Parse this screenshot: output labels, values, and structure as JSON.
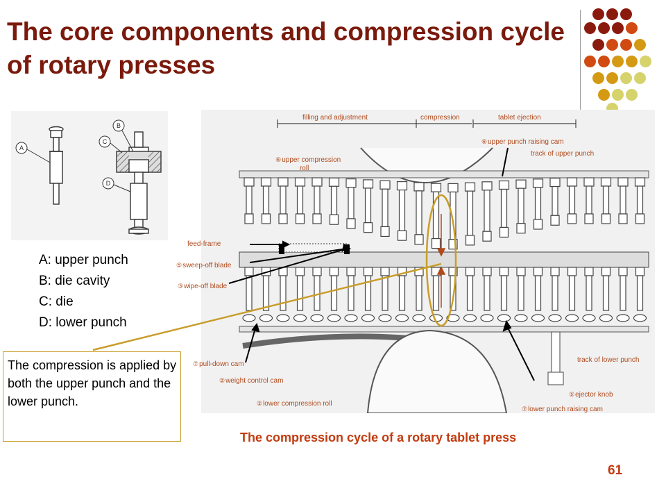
{
  "title": "The core components and compression cycle of rotary presses",
  "accent_colors": [
    "#8b1a0e",
    "#d14a12",
    "#d49a14",
    "#d6d26c"
  ],
  "punch_figure": {
    "markers": [
      "A",
      "B",
      "C",
      "D"
    ]
  },
  "legend": [
    "A: upper punch",
    "B: die cavity",
    "C: die",
    "D: lower punch"
  ],
  "press_diagram": {
    "stages": [
      "filling and adjustment",
      "compression",
      "tablet ejection"
    ],
    "labels": [
      {
        "num": "⑥",
        "text": "upper compression\nroll"
      },
      {
        "num": "⑥",
        "text": "upper punch raising cam"
      },
      {
        "num": "",
        "text": "track of upper punch"
      },
      {
        "num": "",
        "text": "feed-frame"
      },
      {
        "num": "⑤",
        "text": "sweep-off  blade"
      },
      {
        "num": "③",
        "text": "wipe-off  blade"
      },
      {
        "num": "",
        "text": "track of lower punch"
      },
      {
        "num": "⑦",
        "text": "pull-down cam"
      },
      {
        "num": "②",
        "text": "weight control cam"
      },
      {
        "num": "⑤",
        "text": "ejector knob"
      },
      {
        "num": "⑦",
        "text": "lower punch raising cam"
      },
      {
        "num": "②",
        "text": "lower compression roll"
      }
    ]
  },
  "note": "The compression is applied by both the upper punch and the lower punch.",
  "caption": "The compression cycle of a rotary tablet press",
  "page_number": "61"
}
